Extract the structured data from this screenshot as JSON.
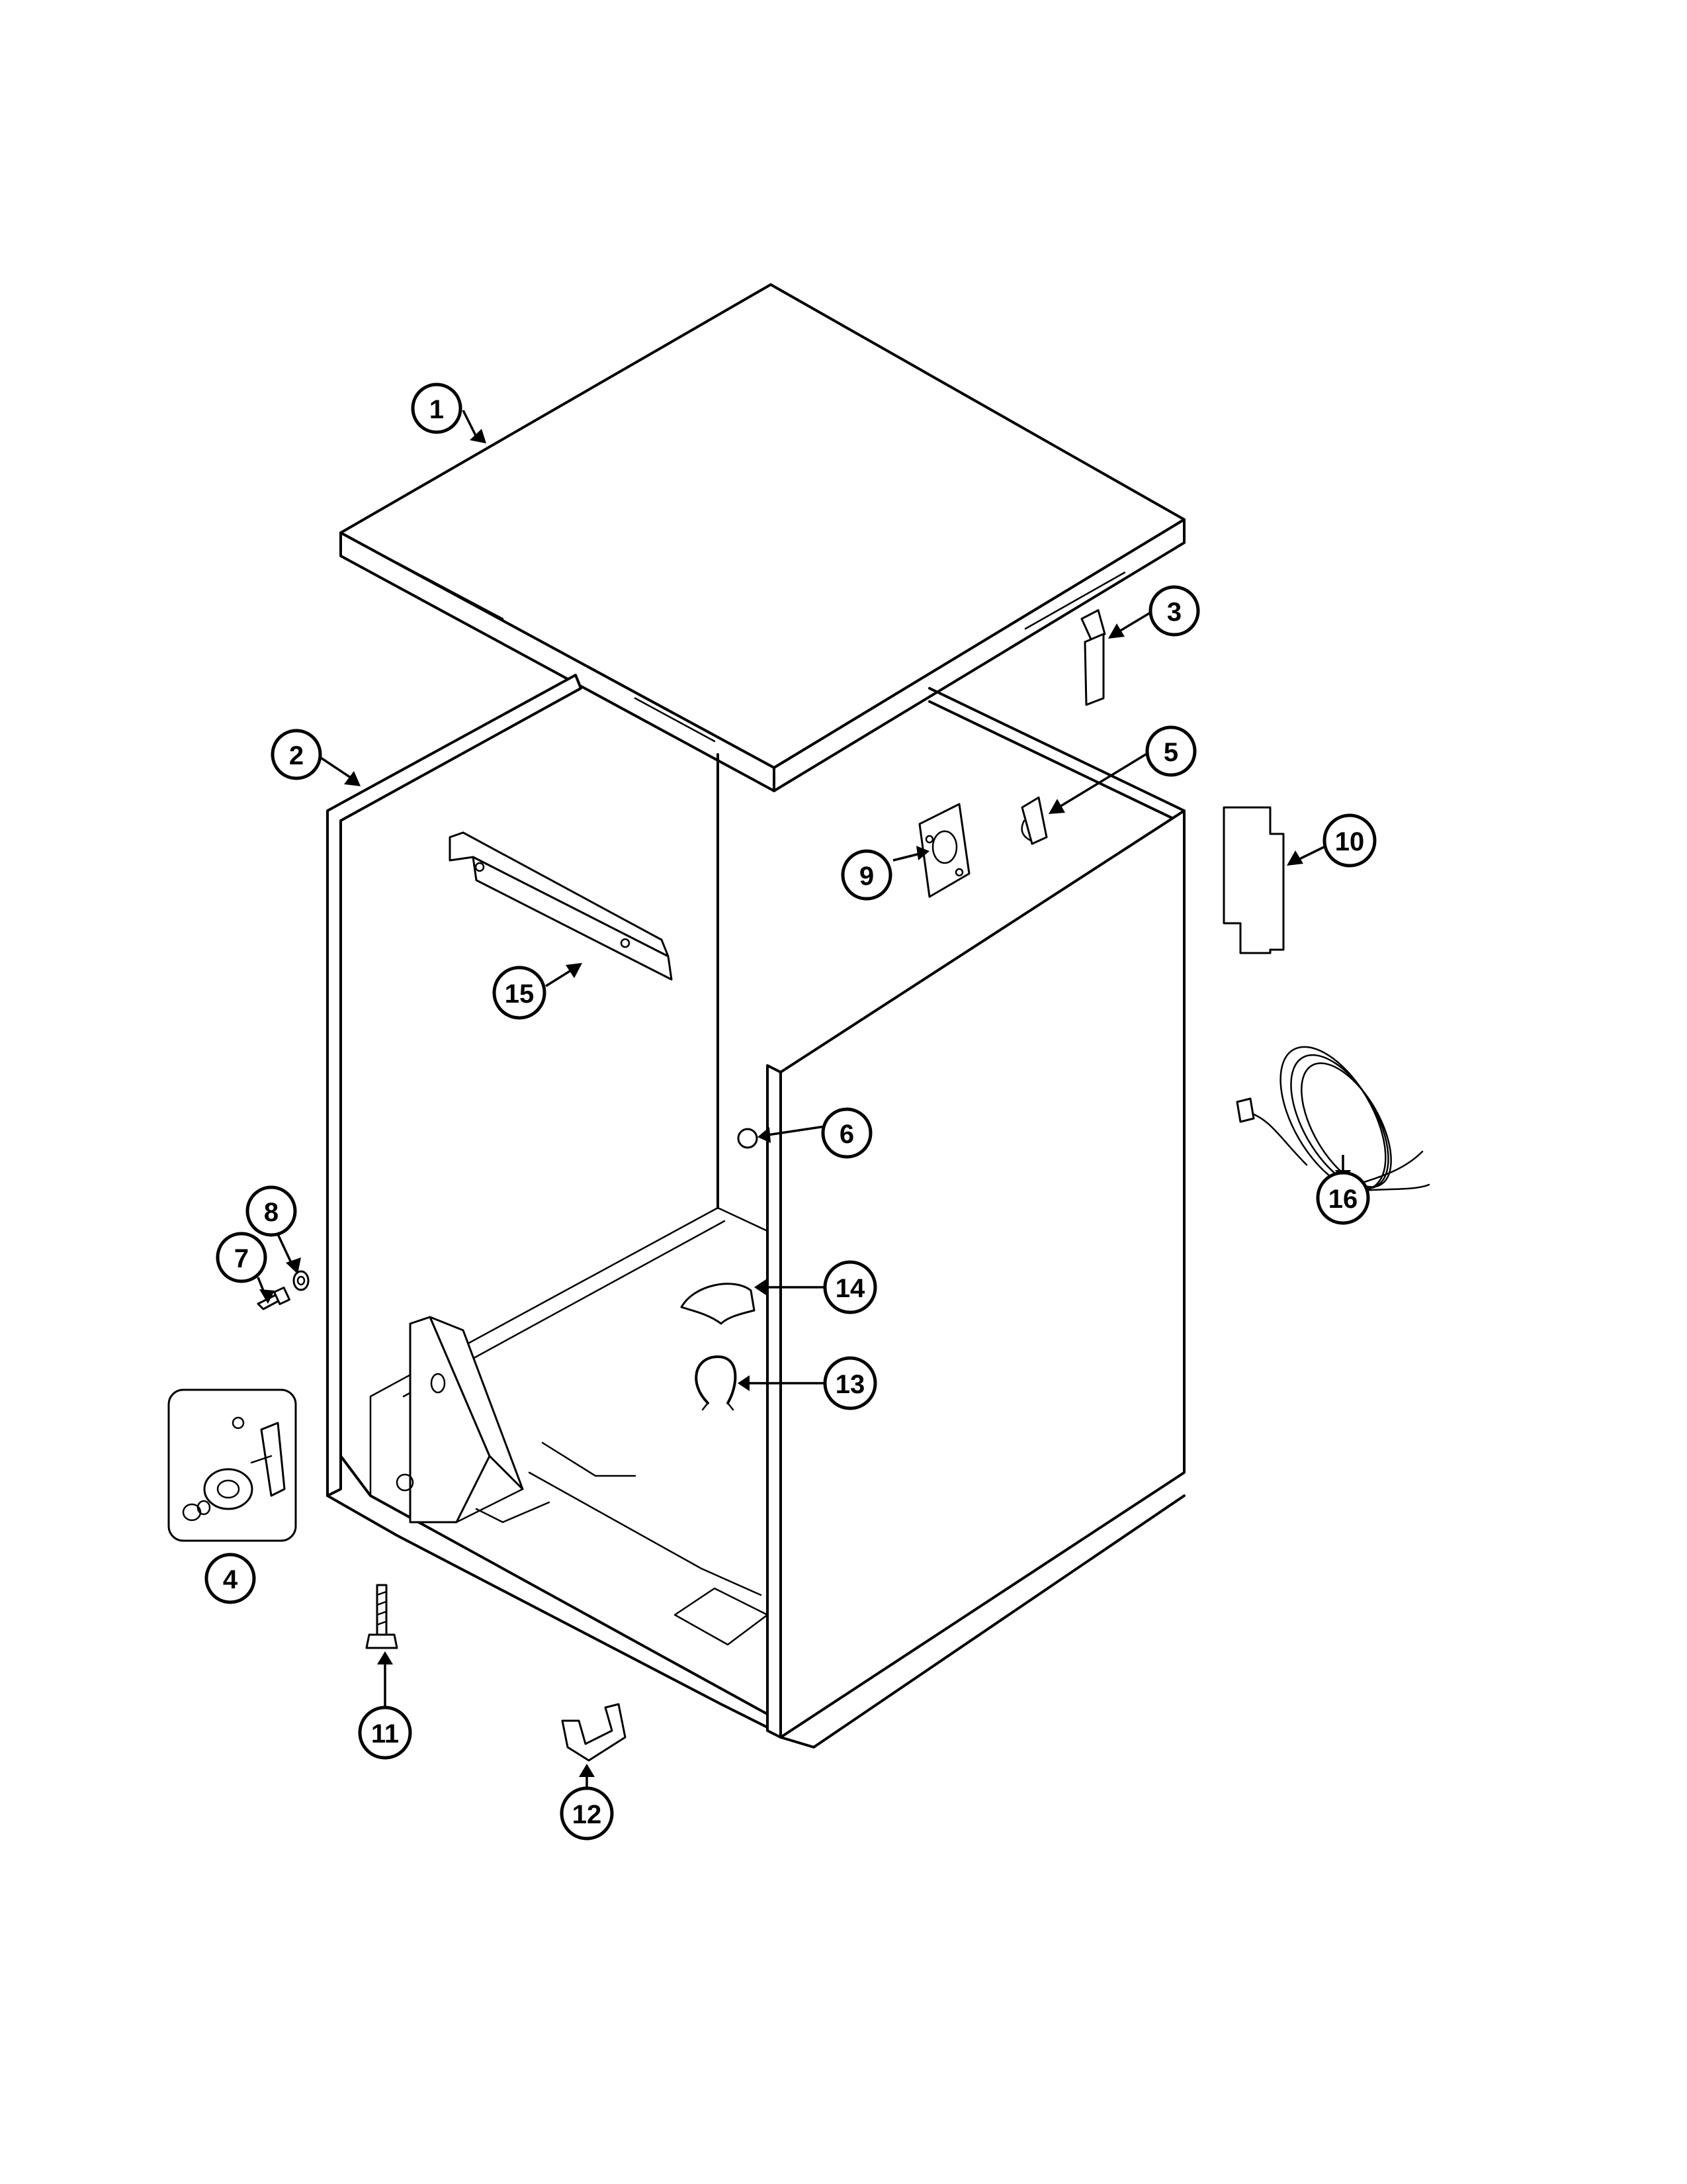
{
  "diagram": {
    "callouts": [
      {
        "id": "1",
        "label": "1"
      },
      {
        "id": "2",
        "label": "2"
      },
      {
        "id": "3",
        "label": "3"
      },
      {
        "id": "4",
        "label": "4"
      },
      {
        "id": "5",
        "label": "5"
      },
      {
        "id": "6",
        "label": "6"
      },
      {
        "id": "7",
        "label": "7"
      },
      {
        "id": "8",
        "label": "8"
      },
      {
        "id": "9",
        "label": "9"
      },
      {
        "id": "10",
        "label": "10"
      },
      {
        "id": "11",
        "label": "11"
      },
      {
        "id": "12",
        "label": "12"
      },
      {
        "id": "13",
        "label": "13"
      },
      {
        "id": "14",
        "label": "14"
      },
      {
        "id": "15",
        "label": "15"
      },
      {
        "id": "16",
        "label": "16"
      }
    ],
    "colors": {
      "ink": "#000000",
      "paper": "#ffffff"
    }
  }
}
